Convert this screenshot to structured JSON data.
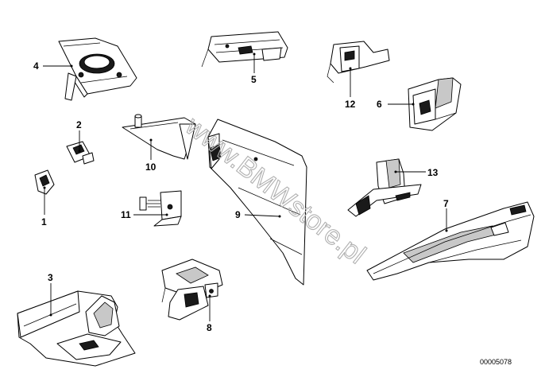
{
  "diagram": {
    "doc_number": "00005078",
    "watermark": "www.BMWstore.pl",
    "callouts": [
      {
        "id": "1",
        "label": "1"
      },
      {
        "id": "2",
        "label": "2"
      },
      {
        "id": "3",
        "label": "3"
      },
      {
        "id": "4",
        "label": "4"
      },
      {
        "id": "5",
        "label": "5"
      },
      {
        "id": "6",
        "label": "6"
      },
      {
        "id": "7",
        "label": "7"
      },
      {
        "id": "8",
        "label": "8"
      },
      {
        "id": "9",
        "label": "9"
      },
      {
        "id": "10",
        "label": "10"
      },
      {
        "id": "11",
        "label": "11"
      },
      {
        "id": "12",
        "label": "12"
      },
      {
        "id": "13",
        "label": "13"
      }
    ]
  }
}
